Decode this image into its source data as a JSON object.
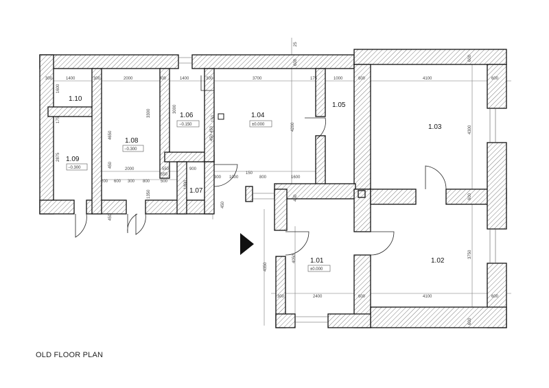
{
  "caption": "OLD FLOOR PLAN",
  "rooms": [
    {
      "id": "1.10"
    },
    {
      "id": "1.09",
      "level": "−0.300"
    },
    {
      "id": "1.08",
      "level": "−0.300"
    },
    {
      "id": "1.06",
      "level": "−0.150"
    },
    {
      "id": "1.07"
    },
    {
      "id": "1.04",
      "level": "±0.000"
    },
    {
      "id": "1.05"
    },
    {
      "id": "1.03"
    },
    {
      "id": "1.01",
      "level": "±0.000"
    },
    {
      "id": "1.02"
    }
  ],
  "dimensions": {
    "top_row": [
      "300",
      "1400",
      "300",
      "2000",
      "300",
      "1400",
      "300",
      "3700",
      "175",
      "1000",
      "600",
      "4100",
      "600"
    ],
    "upper_verticals": [
      "25",
      "600",
      "1600",
      "175",
      "3300",
      "4650",
      "3000",
      "450",
      "4200",
      "4300",
      "600"
    ],
    "room_1_06_1_08": [
      "2875",
      "450",
      "2000",
      "550",
      "900",
      "200",
      "600",
      "300",
      "800",
      "500",
      "550"
    ],
    "mid_row": [
      "1800",
      "1350",
      "450",
      "150",
      "300",
      "1000",
      "800",
      "1600",
      "450"
    ],
    "lower": [
      "450",
      "4350",
      "4050",
      "600",
      "3750"
    ],
    "bottom_row": [
      "300",
      "2400",
      "600",
      "4100",
      "600"
    ],
    "right_bottom": [
      "600"
    ],
    "window_gap": [
      "150",
      "450"
    ]
  },
  "entry_marker": "entrance-arrow"
}
